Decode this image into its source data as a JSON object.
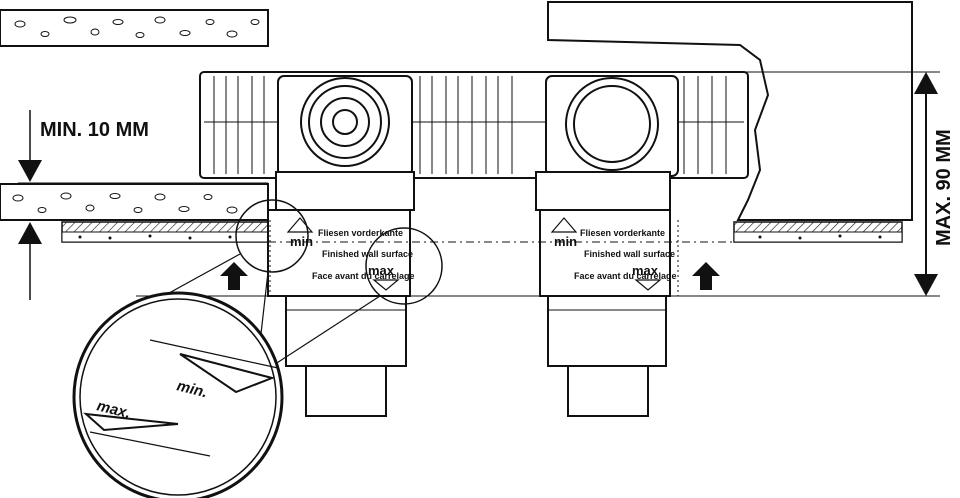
{
  "dimensions": {
    "min_label": "MIN. 10 MM",
    "max_label": "MAX. 90 MM"
  },
  "valve_left": {
    "min_mark": "min",
    "text_de": "Fliesen vorderkante",
    "text_en": "Finished wall surface",
    "text_fr": "Face avant du carrelage",
    "max_mark": "max"
  },
  "valve_right": {
    "min_mark": "min",
    "text_de": "Fliesen vorderkante",
    "text_en": "Finished wall surface",
    "text_fr": "Face avant du carrelage",
    "max_mark": "max"
  },
  "detail": {
    "min_mark": "min.",
    "max_mark": "max."
  },
  "colors": {
    "line": "#111111",
    "fill": "#ffffff"
  }
}
